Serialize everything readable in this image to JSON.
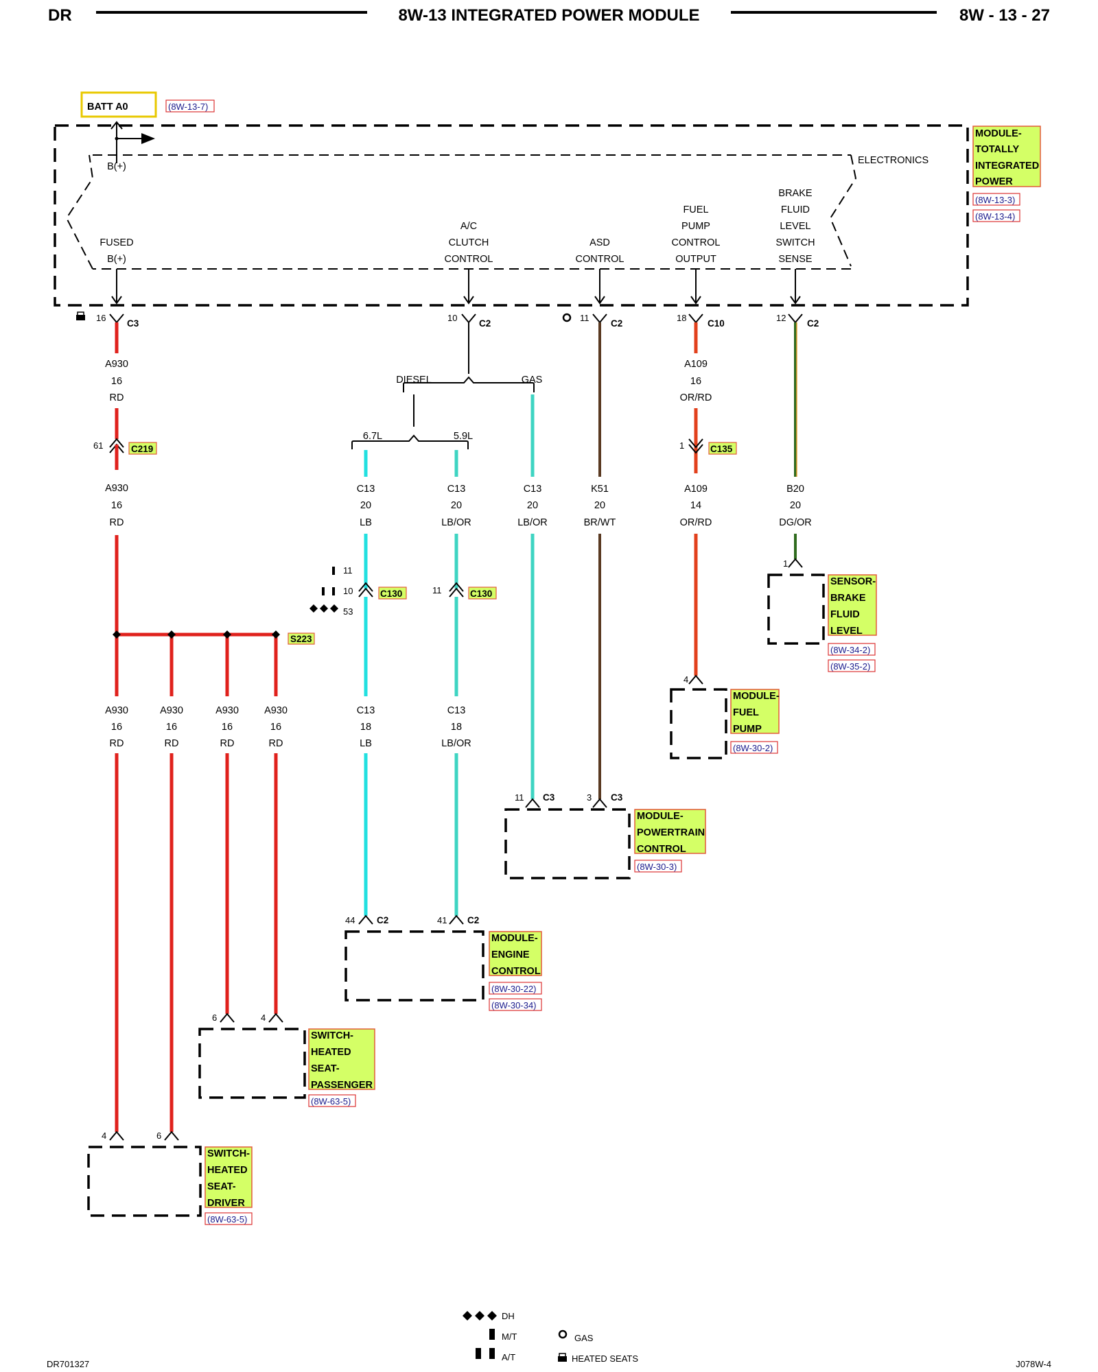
{
  "header": {
    "left": "DR",
    "title": "8W-13 INTEGRATED POWER MODULE",
    "page": "8W - 13 - 27"
  },
  "footer": {
    "doc_id": "DR701327",
    "image_id": "J078W-4"
  },
  "legend": {
    "dh": "DH",
    "mt": "M/T",
    "at": "A/T",
    "gas": "GAS",
    "heated_seats": "HEATED SEATS"
  },
  "source": {
    "label": "BATT A0",
    "ref": "(8W-13-7)",
    "bplus": "B(+)"
  },
  "module_tipm": {
    "name": [
      "MODULE-",
      "TOTALLY",
      "INTEGRATED",
      "POWER"
    ],
    "refs": [
      "(8W-13-3)",
      "(8W-13-4)"
    ],
    "electronics": "ELECTRONICS",
    "outputs": {
      "fused": [
        "FUSED",
        "B(+)"
      ],
      "ac": [
        "A/C",
        "CLUTCH",
        "CONTROL"
      ],
      "asd": [
        "ASD",
        "CONTROL"
      ],
      "fuel": [
        "FUEL",
        "PUMP",
        "CONTROL",
        "OUTPUT"
      ],
      "brake": [
        "BRAKE",
        "FLUID",
        "LEVEL",
        "SWITCH",
        "SENSE"
      ]
    }
  },
  "pins": {
    "fused": {
      "pin": "16",
      "conn": "C3"
    },
    "ac": {
      "pin": "10",
      "conn": "C2"
    },
    "asd": {
      "pin": "11",
      "conn": "C2"
    },
    "fuel": {
      "pin": "18",
      "conn": "C10"
    },
    "brake": {
      "pin": "12",
      "conn": "C2"
    }
  },
  "wires": {
    "a930_top": [
      "A930",
      "16",
      "RD"
    ],
    "a930_mid": [
      "A930",
      "16",
      "RD"
    ],
    "a930_1": [
      "A930",
      "16",
      "RD"
    ],
    "a930_2": [
      "A930",
      "16",
      "RD"
    ],
    "a930_3": [
      "A930",
      "16",
      "RD"
    ],
    "a930_4": [
      "A930",
      "16",
      "RD"
    ],
    "c13_lb20": [
      "C13",
      "20",
      "LB"
    ],
    "c13_lbor20": [
      "C13",
      "20",
      "LB/OR"
    ],
    "c13_gas": [
      "C13",
      "20",
      "LB/OR"
    ],
    "c13_lb18": [
      "C13",
      "18",
      "LB"
    ],
    "c13_lbor18": [
      "C13",
      "18",
      "LB/OR"
    ],
    "k51": [
      "K51",
      "20",
      "BR/WT"
    ],
    "a109_top": [
      "A109",
      "16",
      "OR/RD"
    ],
    "a109_bot": [
      "A109",
      "14",
      "OR/RD"
    ],
    "b20": [
      "B20",
      "20",
      "DG/OR"
    ]
  },
  "splits": {
    "diesel": "DIESEL",
    "gas": "GAS",
    "l67": "6.7L",
    "l59": "5.9L"
  },
  "inline": {
    "c219": {
      "pin": "61",
      "conn": "C219"
    },
    "c135": {
      "pin": "1",
      "conn": "C135"
    },
    "c130a": {
      "pins": [
        "11",
        "10",
        "53"
      ],
      "conn": "C130"
    },
    "c130b": {
      "pin": "11",
      "conn": "C130"
    },
    "s223": "S223"
  },
  "components": {
    "sensor_brake": {
      "name": [
        "SENSOR-",
        "BRAKE",
        "FLUID",
        "LEVEL"
      ],
      "refs": [
        "(8W-34-2)",
        "(8W-35-2)"
      ],
      "pin": "1"
    },
    "fuel_pump": {
      "name": [
        "MODULE-",
        "FUEL",
        "PUMP"
      ],
      "refs": [
        "(8W-30-2)"
      ],
      "pin": "4"
    },
    "pcm": {
      "name": [
        "MODULE-",
        "POWERTRAIN",
        "CONTROL"
      ],
      "refs": [
        "(8W-30-3)"
      ],
      "pins": [
        "11",
        "3"
      ],
      "conns": [
        "C3",
        "C3"
      ]
    },
    "ecm": {
      "name": [
        "MODULE-",
        "ENGINE",
        "CONTROL"
      ],
      "refs": [
        "(8W-30-22)",
        "(8W-30-34)"
      ],
      "pins": [
        "44",
        "41"
      ],
      "conns": [
        "C2",
        "C2"
      ]
    },
    "seat_pass": {
      "name": [
        "SWITCH-",
        "HEATED",
        "SEAT-",
        "PASSENGER"
      ],
      "refs": [
        "(8W-63-5)"
      ],
      "pins": [
        "6",
        "4"
      ]
    },
    "seat_drv": {
      "name": [
        "SWITCH-",
        "HEATED",
        "SEAT-",
        "DRIVER"
      ],
      "refs": [
        "(8W-63-5)"
      ],
      "pins": [
        "4",
        "6"
      ]
    }
  },
  "colors": {
    "red": "#e0211c",
    "lb": "#22e0e0",
    "lbor": "#3ed4c2",
    "brwt": "#5a3a22",
    "orrd": "#e2401c",
    "dgor": "#2f6b1e",
    "label_bg": "#d4ff66",
    "label_border": "#e25a3a",
    "batt_border": "#e8c800"
  }
}
